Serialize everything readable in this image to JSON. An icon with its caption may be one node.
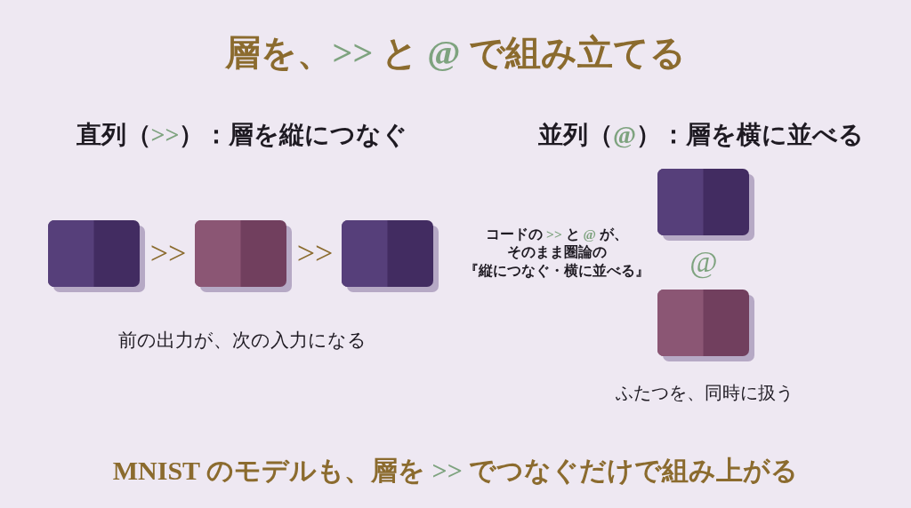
{
  "diagram": {
    "title": "層を、>> と @ で組み立てる",
    "nodes": [
      {
        "text": [],
        "shape": "box"
      },
      {
        "text": [],
        "shape": "box"
      },
      {
        "text": [],
        "shape": "box"
      },
      {
        "text": [],
        "shape": "box"
      },
      {
        "text": [],
        "shape": "box"
      }
    ],
    "labels": [
      "直列（>>）：層を縦につなぐ",
      "並列（@）：層を横に並べる",
      ">>",
      ">>",
      "コードの >> と @ が、そのまま圏論の『縦につなぐ・横に並べる』",
      "@",
      "前の出力が、次の入力になる",
      "ふたつを、同時に扱う"
    ],
    "caption": "MNIST のモデルも、層を >> でつなぐだけで組み上がる"
  }
}
